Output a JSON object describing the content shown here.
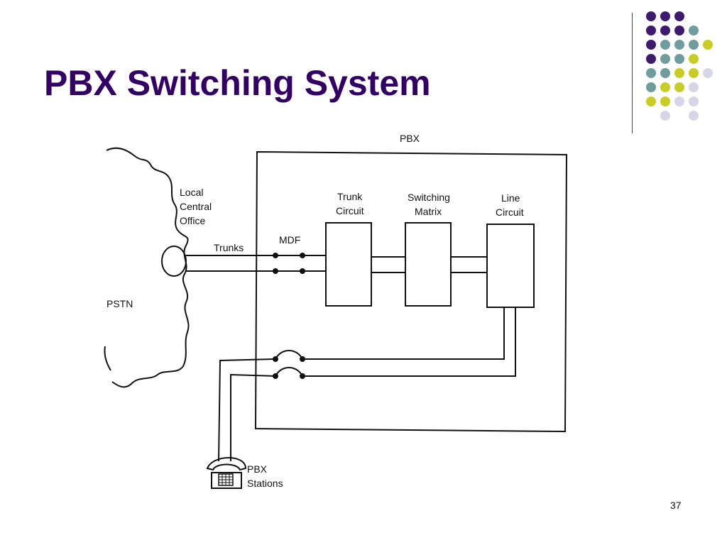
{
  "slide": {
    "title": "PBX Switching System",
    "page_number": "37",
    "title_color": "#330066"
  },
  "decor": {
    "dot_colors": {
      "purple": "#3d1a6e",
      "teal": "#6f9c9c",
      "yellow": "#c9cc22",
      "lavender": "#d6d6e8"
    }
  },
  "diagram": {
    "pbx_label": "PBX",
    "pstn_label": "PSTN",
    "local_office_label": [
      "Local",
      "Central",
      "Office"
    ],
    "trunks_label": "Trunks",
    "mdf_label": "MDF",
    "trunk_circuit_label": [
      "Trunk",
      "Circuit"
    ],
    "switching_matrix_label": [
      "Switching",
      "Matrix"
    ],
    "line_circuit_label": [
      "Line",
      "Circuit"
    ],
    "stations_label": [
      "PBX",
      "Stations"
    ]
  }
}
